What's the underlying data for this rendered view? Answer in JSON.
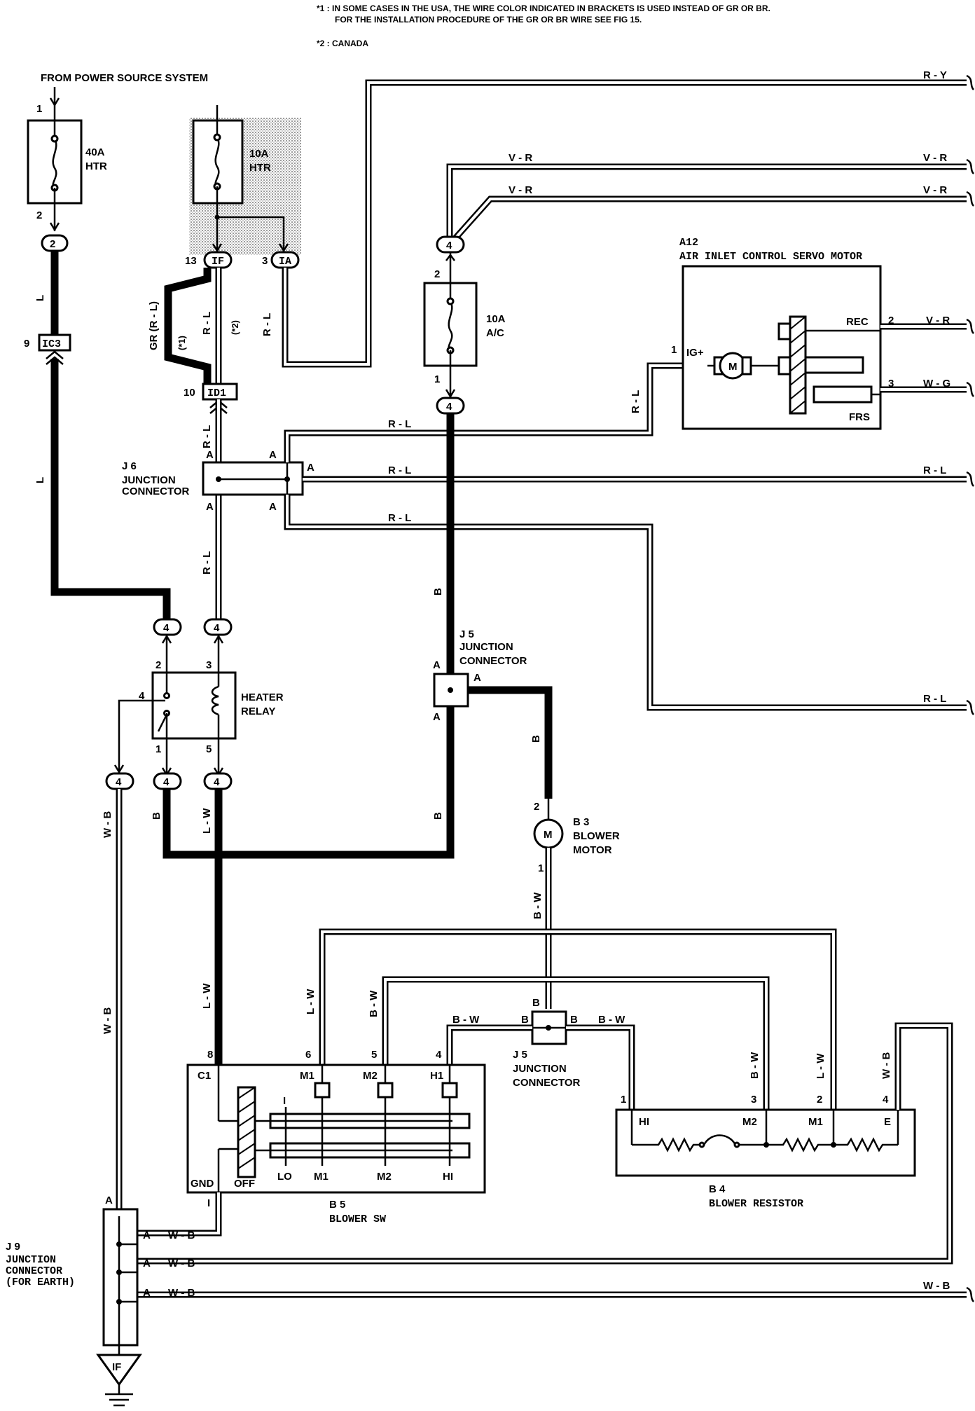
{
  "notes": {
    "n1_line1": "*1 : IN SOME CASES IN THE USA, THE WIRE COLOR INDICATED IN BRACKETS IS USED INSTEAD OF GR OR BR.",
    "n1_line2": "FOR THE INSTALLATION PROCEDURE OF THE GR OR BR WIRE SEE FIG 15.",
    "n2": "*2 : CANADA"
  },
  "source": "FROM POWER SOURCE SYSTEM",
  "fuses": {
    "htr40": {
      "a": "40A",
      "b": "HTR"
    },
    "htr10": {
      "a": "10A",
      "b": "HTR"
    },
    "ac10": {
      "a": "10A",
      "b": "A/C"
    }
  },
  "connectors": {
    "c2": "2",
    "ic3": "IC3",
    "if": "IF",
    "ia": "IA",
    "id1": "ID1",
    "c4": "4"
  },
  "pins": {
    "p1": "1",
    "p2": "2",
    "p3": "3",
    "p4": "4",
    "p5": "5",
    "p6": "6",
    "p8": "8",
    "p9": "9",
    "p10": "10",
    "p13": "13"
  },
  "wires": {
    "ry": "R - Y",
    "vr": "V - R",
    "rl": "R - L",
    "l": "L",
    "gr": "GR (R - L)",
    "s1": "(*1)",
    "s2": "(*2)",
    "b": "B",
    "lw": "L - W",
    "wb": "W - B",
    "bw": "B - W",
    "wg": "W - G"
  },
  "components": {
    "a12_id": "A12",
    "a12_name": "AIR INLET CONTROL SERVO MOTOR",
    "a12_ig": "IG+",
    "a12_rec": "REC",
    "a12_frs": "FRS",
    "motor": "M",
    "j6_id": "J 6",
    "j6_a": "JUNCTION",
    "j6_b": "CONNECTOR",
    "j5_id": "J 5",
    "j5_a": "JUNCTION",
    "j5_b": "CONNECTOR",
    "relay_a": "HEATER",
    "relay_b": "RELAY",
    "b3_id": "B 3",
    "b3_a": "BLOWER",
    "b3_b": "MOTOR",
    "b5_id": "B 5",
    "b5_name": "BLOWER SW",
    "b4_id": "B 4",
    "b4_name": "BLOWER RESISTOR",
    "j9_id": "J 9",
    "j9_a": "JUNCTION",
    "j9_b": "CONNECTOR",
    "j9_c": "(FOR EARTH)",
    "earth": "IF",
    "a": "A",
    "bpin": "B"
  },
  "switch": {
    "c1": "C1",
    "m1": "M1",
    "m2": "M2",
    "h1": "H1",
    "gnd": "GND",
    "off": "OFF",
    "lo": "LO",
    "hi": "HI",
    "i": "I"
  },
  "resistor": {
    "hi": "HI",
    "m2": "M2",
    "m1": "M1",
    "e": "E"
  }
}
